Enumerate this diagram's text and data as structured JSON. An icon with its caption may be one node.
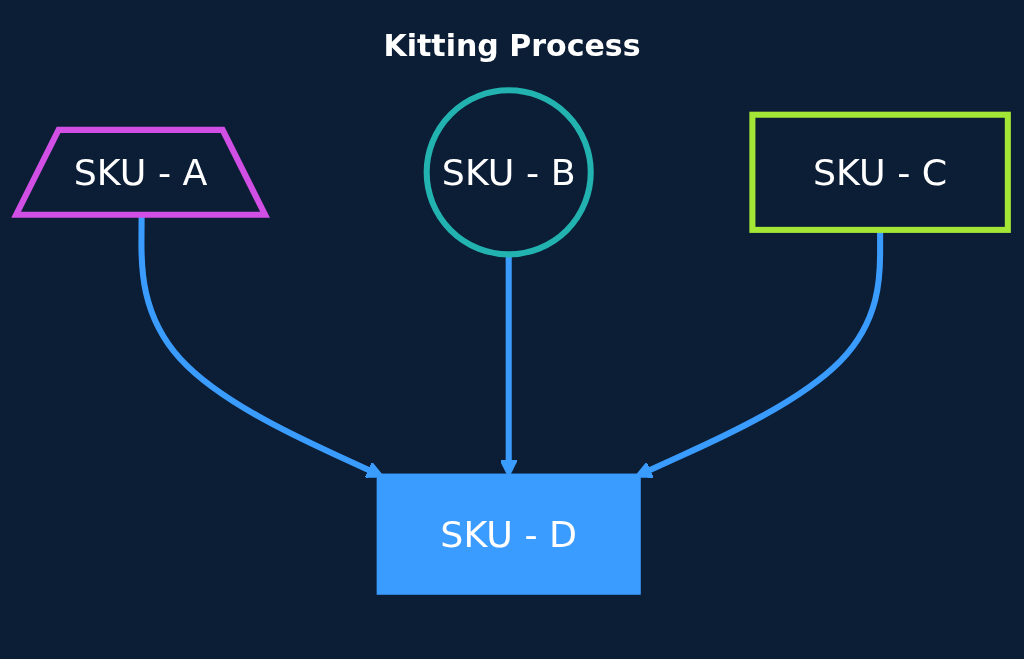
{
  "diagram": {
    "title": "Kitting Process",
    "nodes": [
      {
        "text": [
          "SKU - A"
        ]
      },
      {
        "text": [
          "SKU - B"
        ]
      },
      {
        "text": [
          "SKU - C"
        ]
      },
      {
        "text": [
          "SKU - D"
        ]
      }
    ],
    "edges": [
      {
        "from": 0,
        "to": 3,
        "arrow": "to"
      },
      {
        "from": 1,
        "to": 3,
        "arrow": "to"
      },
      {
        "from": 2,
        "to": 3,
        "arrow": "to"
      }
    ]
  }
}
